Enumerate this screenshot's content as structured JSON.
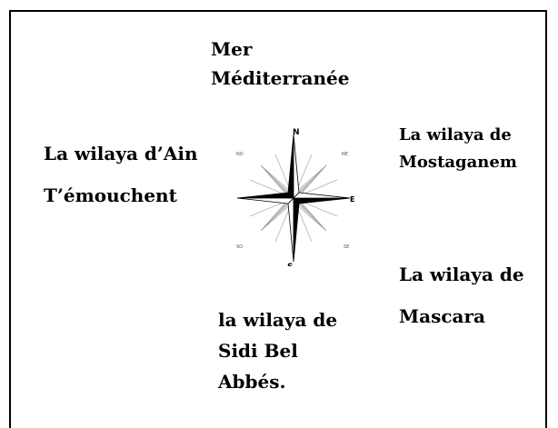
{
  "north": [
    "Mer",
    "Méditerranée"
  ],
  "west": [
    "La wilaya d’Ain",
    "T’émouchent"
  ],
  "east": [
    "La wilaya de",
    "Mostaganem"
  ],
  "southeast": [
    "La wilaya de",
    "Mascara"
  ],
  "south": [
    "la wilaya de",
    "Sidi Bel",
    "Abbés."
  ],
  "compass": {
    "n": "N",
    "e": "E",
    "s": "S",
    "no": "NO",
    "ne": "NE",
    "so": "SO",
    "se": "SE"
  }
}
